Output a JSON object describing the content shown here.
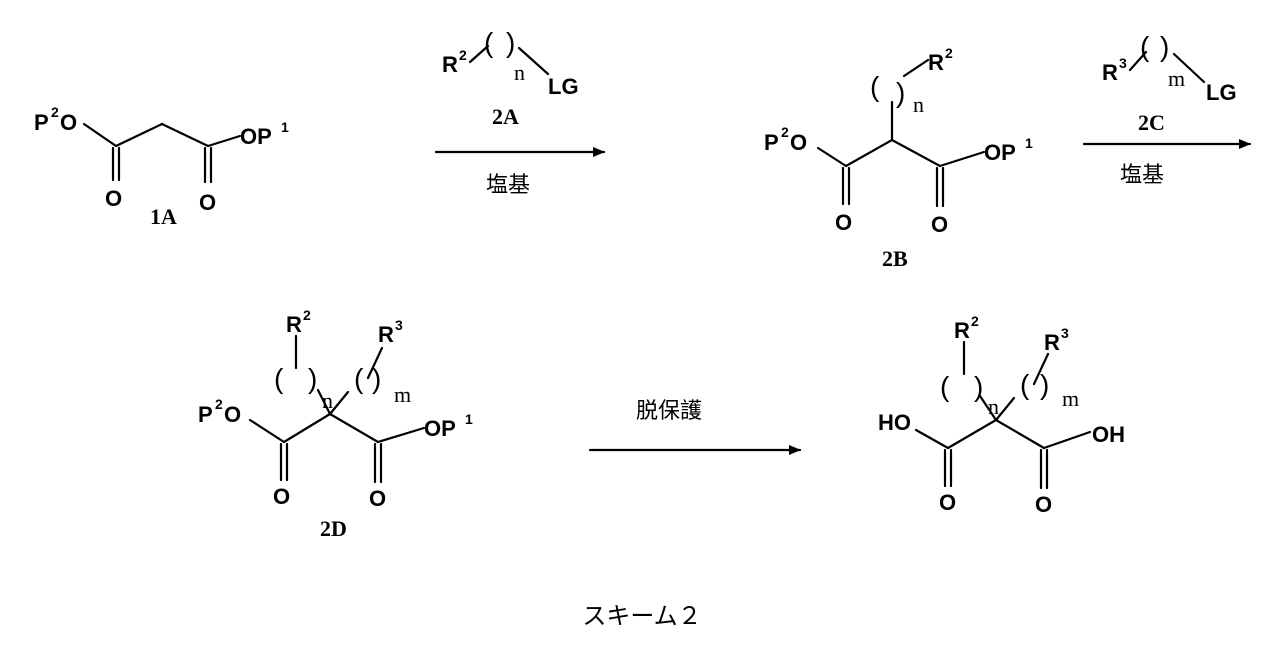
{
  "labels": {
    "p2": "P",
    "p1": "P",
    "o": "O",
    "op": "OP",
    "p2o": "PO",
    "r": "R",
    "lg": "LG",
    "ho": "HO",
    "oh": "OH",
    "sup1": "1",
    "sup2": "2",
    "sup3": "3",
    "n": "n",
    "m": "m",
    "open": "(",
    "close": ")"
  },
  "compounds": {
    "c1a": "1A",
    "c2a": "2A",
    "c2b": "2B",
    "c2c": "2C",
    "c2d": "2D"
  },
  "reagents": {
    "base1": "塩基",
    "base2": "塩基",
    "deprotect": "脱保護"
  },
  "caption": "スキーム２"
}
